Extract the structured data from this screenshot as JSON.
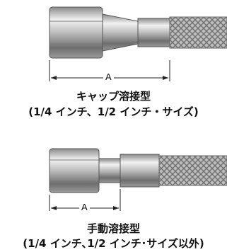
{
  "figures": [
    {
      "dimension_label": "A",
      "title": "キャップ溶接型",
      "subtitle": "(1/4 インチ、1/2 インチ・サイズ)"
    },
    {
      "dimension_label": "A",
      "title": "手動溶接型",
      "subtitle": "(1/4 インチ､1/2 インチ･サイズ以外)"
    }
  ],
  "colors": {
    "metal_dark": "#5a5a5a",
    "metal_light": "#e6e6e6",
    "braid": "#9a9a9a",
    "text": "#111111"
  }
}
